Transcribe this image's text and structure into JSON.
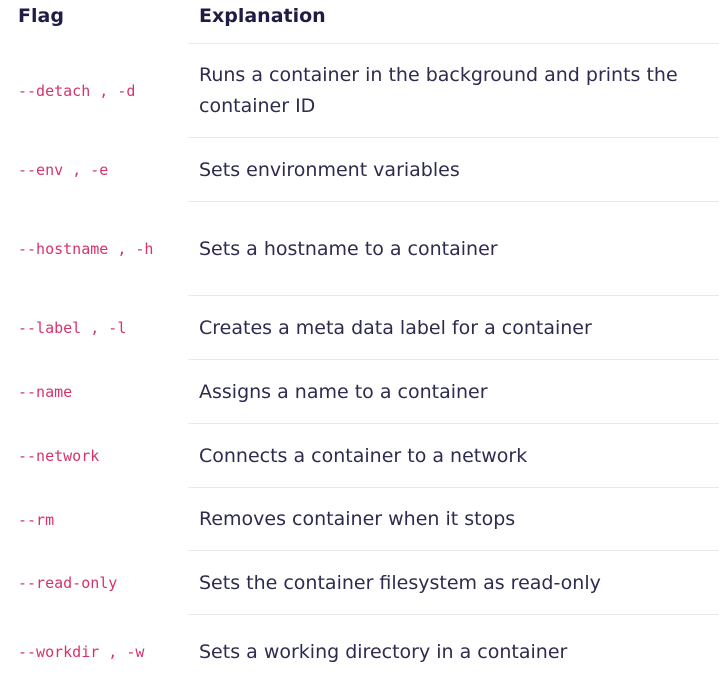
{
  "header": {
    "flag": "Flag",
    "explanation": "Explanation"
  },
  "rows": [
    {
      "flag": "--detach , -d",
      "explanation": "Runs a container in the background and prints the container ID"
    },
    {
      "flag": "--env , -e",
      "explanation": "Sets environment variables"
    },
    {
      "flag": "--hostname , -h",
      "explanation": "Sets a hostname to a container"
    },
    {
      "flag": "--label , -l",
      "explanation": "Creates a meta data label for a container"
    },
    {
      "flag": "--name",
      "explanation": "Assigns a name to a container"
    },
    {
      "flag": "--network",
      "explanation": "Connects a container to a network"
    },
    {
      "flag": "--rm",
      "explanation": "Removes container when it stops"
    },
    {
      "flag": "--read-only",
      "explanation": "Sets the container filesystem as read-only"
    },
    {
      "flag": "--workdir , -w",
      "explanation": "Sets a working directory in a container"
    }
  ],
  "colors": {
    "flag_text": "#d6336c",
    "explanation_text": "#2d2b4e",
    "header_text": "#1f1d45",
    "divider": "#e9e9ee"
  }
}
